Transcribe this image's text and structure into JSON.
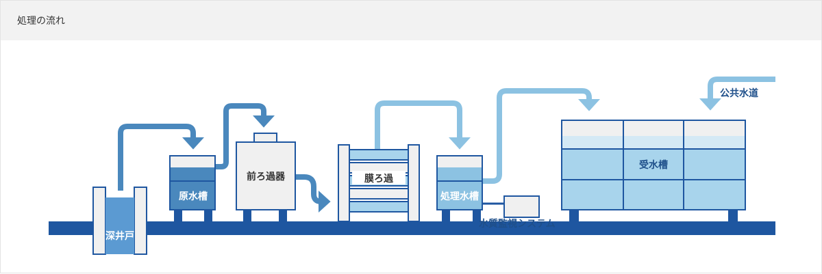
{
  "header": {
    "title": "処理の流れ"
  },
  "labels": {
    "well": "深井戸",
    "raw_tank": "原水槽",
    "prefilter": "前ろ過器",
    "membrane": "膜ろ過",
    "treated_tank": "処理水槽",
    "monitor": "水質監視システム",
    "receiving_tank": "受水槽",
    "public_water": "公共水道"
  },
  "colors": {
    "pipe_dark": "#1e56a0",
    "flow_mid": "#4a88bd",
    "flow_light": "#8cc2e2",
    "water_light": "#a8d4ec",
    "vessel": "#f0f0f0"
  }
}
